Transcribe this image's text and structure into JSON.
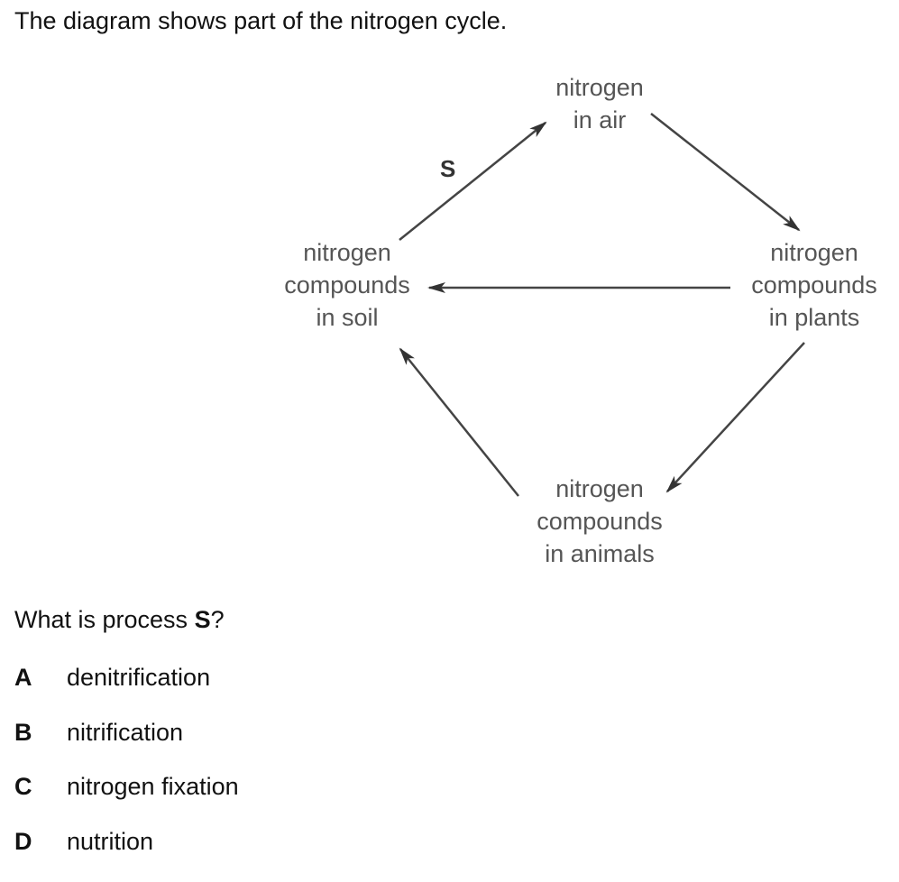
{
  "intro": "The diagram shows part of the nitrogen cycle.",
  "diagram": {
    "nodes": {
      "air": [
        "nitrogen",
        "in air"
      ],
      "soil": [
        "nitrogen",
        "compounds",
        "in soil"
      ],
      "plants": [
        "nitrogen",
        "compounds",
        "in plants"
      ],
      "animals": [
        "nitrogen",
        "compounds",
        "in animals"
      ]
    },
    "process_label": "S",
    "arrows": [
      {
        "from": "soil",
        "to": "air",
        "label": "S"
      },
      {
        "from": "air",
        "to": "plants"
      },
      {
        "from": "plants",
        "to": "soil"
      },
      {
        "from": "plants",
        "to": "animals"
      },
      {
        "from": "animals",
        "to": "soil"
      }
    ]
  },
  "question": {
    "prefix": "What is process ",
    "bold": "S",
    "suffix": "?"
  },
  "options": [
    {
      "letter": "A",
      "text": "denitrification"
    },
    {
      "letter": "B",
      "text": "nitrification"
    },
    {
      "letter": "C",
      "text": "nitrogen fixation"
    },
    {
      "letter": "D",
      "text": "nutrition"
    }
  ]
}
